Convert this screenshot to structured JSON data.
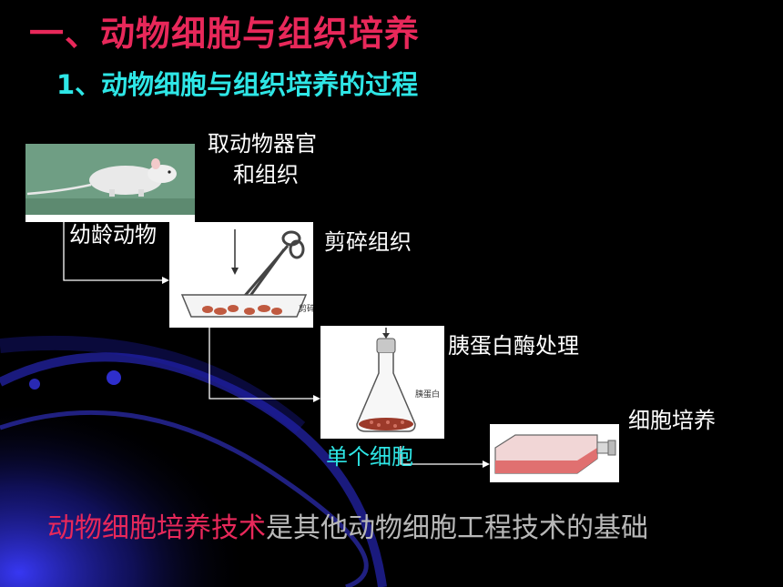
{
  "title": "一、动物细胞与组织培养",
  "subtitle": "1、动物细胞与组织培养的过程",
  "steps": {
    "take_organ_line1": "取动物器官",
    "take_organ_line2": "和组织",
    "young_animal": "幼龄动物",
    "mince": "剪碎组织",
    "trypsin": "胰蛋白酶处理",
    "single_cell": "单个细胞",
    "cell_culture": "细胞培养"
  },
  "figure_text": {
    "scissors_caption": "剪碎",
    "flask_caption": "胰蛋白"
  },
  "bottom": {
    "highlight": "动物细胞培养技术",
    "rest": "是其他动物细胞工程技术的基础"
  },
  "colors": {
    "title": "#e8285a",
    "subtitle": "#2ee6e6",
    "single_cell": "#2ee6e6",
    "bottom_highlight": "#e8285a",
    "bottom_rest": "#b8b8b8"
  }
}
